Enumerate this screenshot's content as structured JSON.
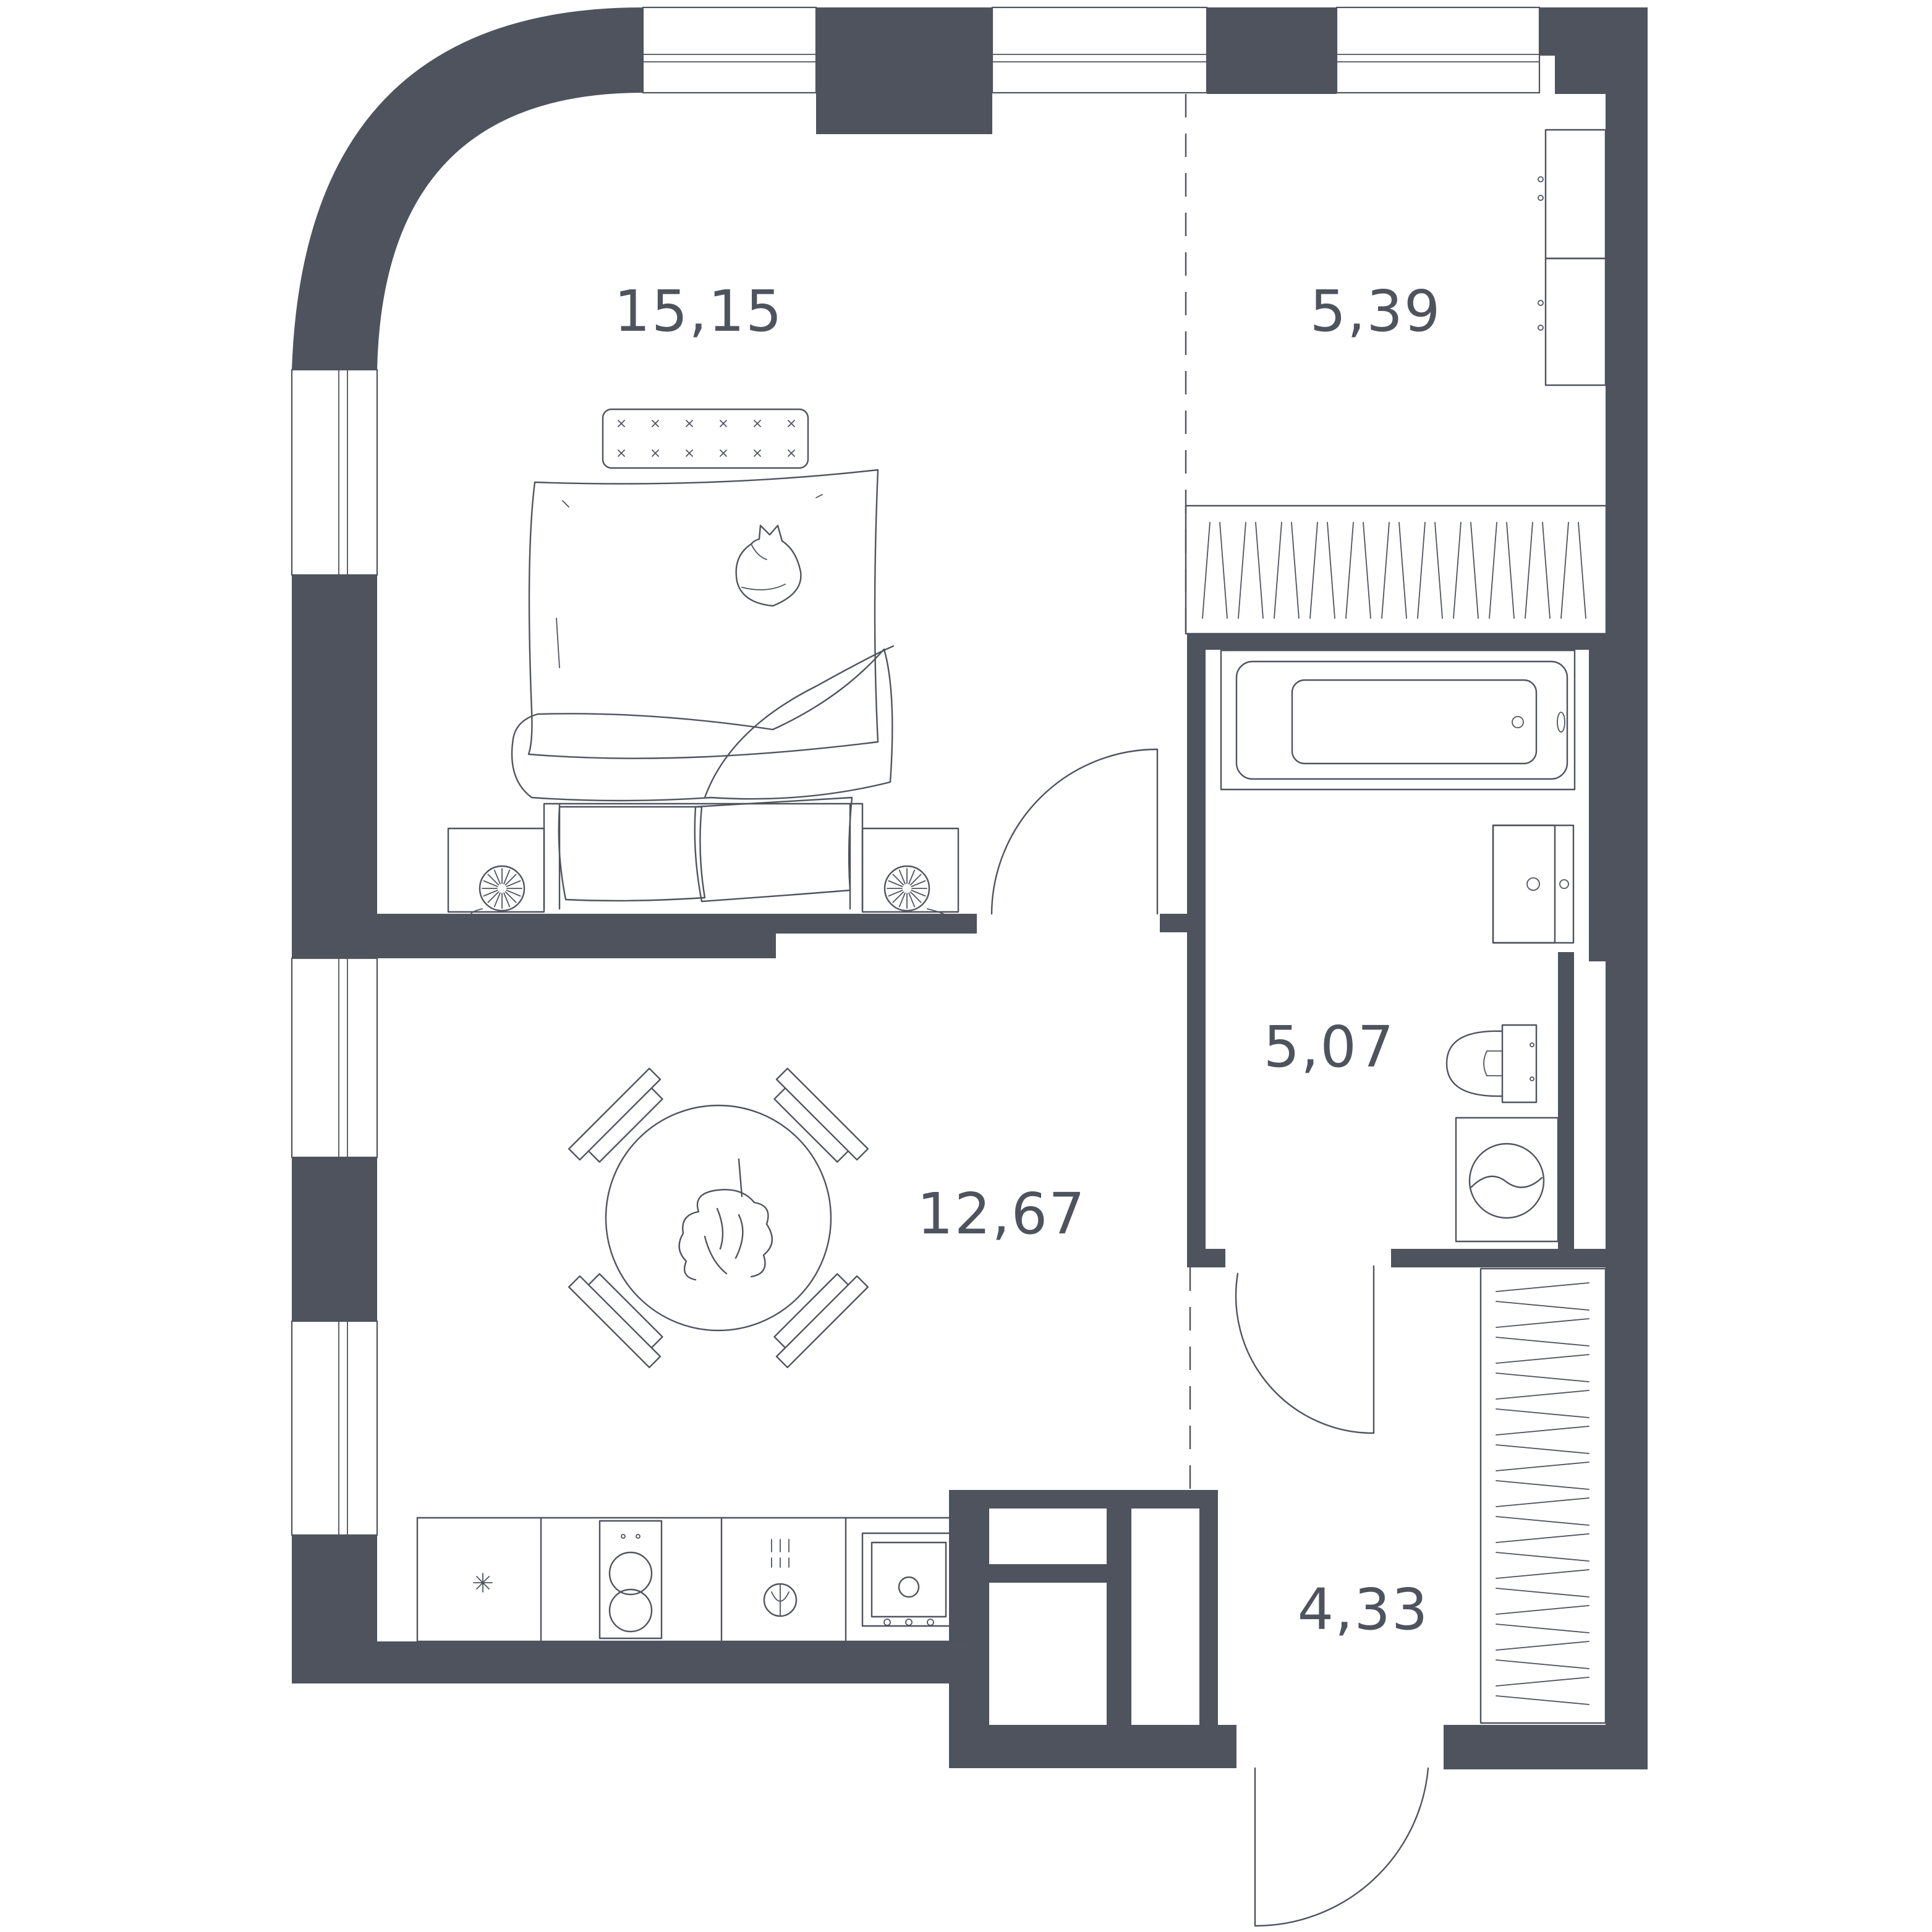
{
  "colors": {
    "wall": "#4f535e",
    "line": "#4f535e",
    "label": "#4f535e",
    "background": "#ffffff"
  },
  "rooms": [
    {
      "id": "bedroom",
      "area": "15,15"
    },
    {
      "id": "storage",
      "area": "5,39"
    },
    {
      "id": "bathroom",
      "area": "5,07"
    },
    {
      "id": "kitchen-living",
      "area": "12,67"
    },
    {
      "id": "hallway",
      "area": "4,33"
    }
  ],
  "furniture_icons": [
    "bed-icon",
    "pillow-icon",
    "cat-icon",
    "nightstand-icon",
    "lamp-icon",
    "dining-table-icon",
    "chair-icon",
    "plant-icon",
    "cooktop-icon",
    "sink-icon",
    "oven-icon",
    "fridge-icon",
    "bathtub-icon",
    "washbasin-icon",
    "toilet-icon",
    "washing-machine-icon",
    "wardrobe-icon",
    "door-icon"
  ]
}
